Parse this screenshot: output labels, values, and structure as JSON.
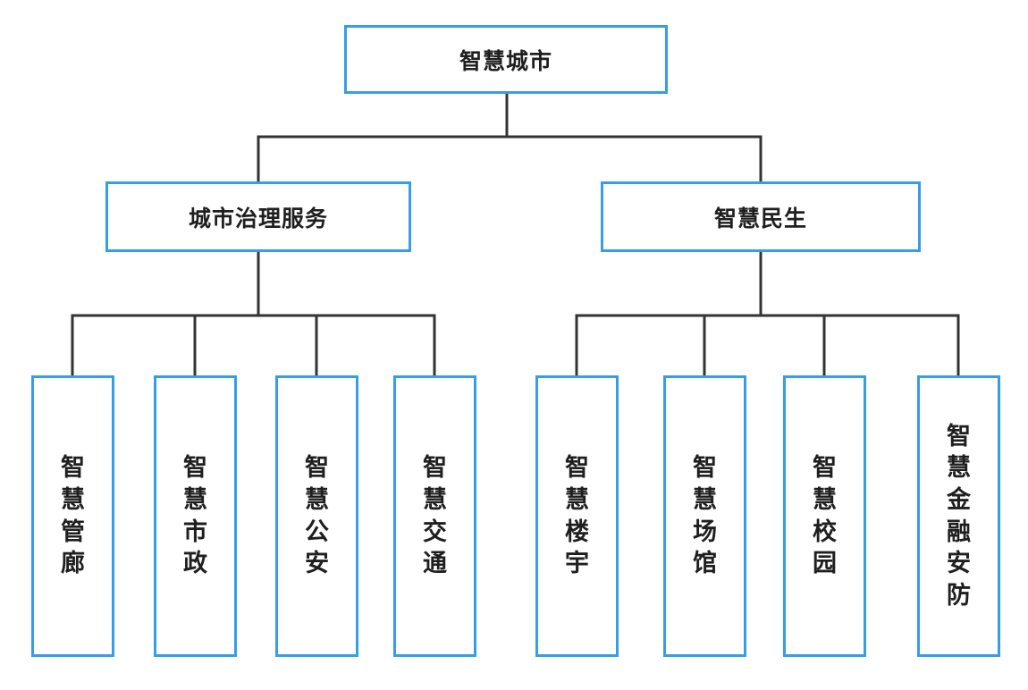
{
  "diagram": {
    "type": "org-chart-tree",
    "root": {
      "label": "智慧城市"
    },
    "branches": [
      {
        "label": "城市治理服务",
        "children": [
          {
            "label": "智慧管廊"
          },
          {
            "label": "智慧市政"
          },
          {
            "label": "智慧公安"
          },
          {
            "label": "智慧交通"
          }
        ]
      },
      {
        "label": "智慧民生",
        "children": [
          {
            "label": "智慧楼宇"
          },
          {
            "label": "智慧场馆"
          },
          {
            "label": "智慧校园"
          },
          {
            "label": "智慧金融安防"
          }
        ]
      }
    ],
    "colors": {
      "node_border": "#369ee8",
      "connector_line": "#333333",
      "text": "#1f1f1f",
      "background": "#ffffff"
    }
  }
}
